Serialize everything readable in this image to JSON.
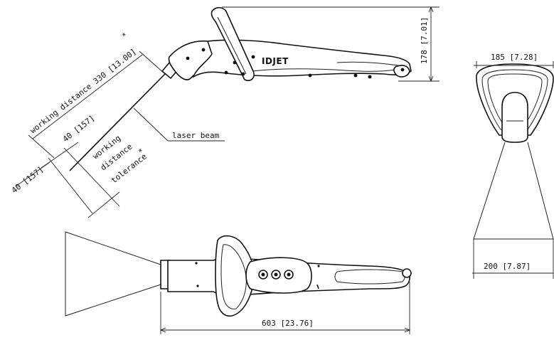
{
  "drawing": {
    "brand_logo": "IDJET",
    "labels": {
      "working_distance": "working distance 330 [13.00]",
      "working_distance_star": "*",
      "laser_beam": "laser beam",
      "tolerance_plus": "40 [157]",
      "tolerance_minus": "40 [157]",
      "tolerance_word1": "working",
      "tolerance_word2": "distance",
      "tolerance_word3": "tolerance",
      "tolerance_star": "*",
      "height": "178 [7.01]",
      "front_top_width": "185 [7.28]",
      "front_bottom_width": "200 [7.87]",
      "length": "603 [23.76]"
    }
  }
}
